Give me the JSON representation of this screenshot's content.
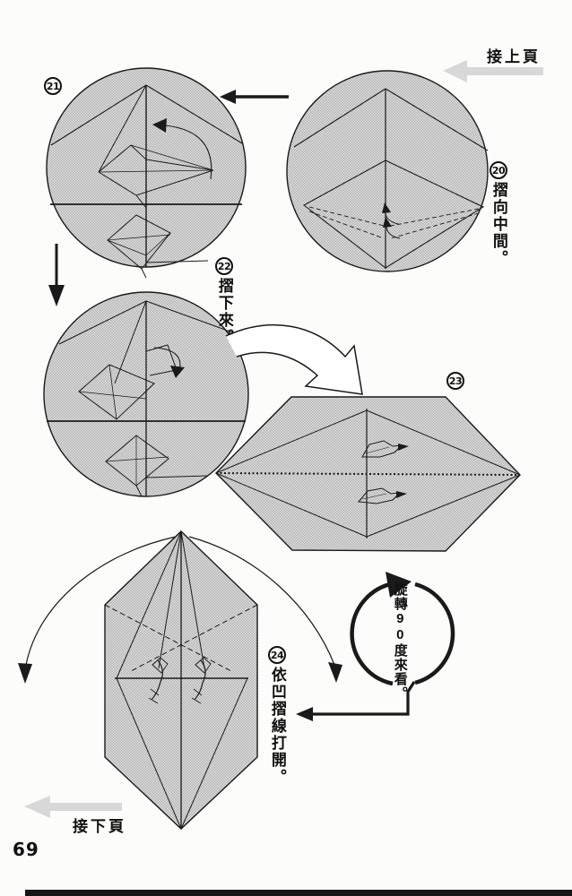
{
  "page": {
    "number": "69",
    "nav": {
      "prev_label": "接上頁",
      "next_label": "接下頁"
    }
  },
  "steps": {
    "s20": {
      "number": "20",
      "caption": "摺向中間。"
    },
    "s21": {
      "number": "21",
      "caption": ""
    },
    "s22": {
      "number": "22",
      "caption": "摺下來。"
    },
    "s23": {
      "number": "23",
      "caption": ""
    },
    "s24": {
      "number": "24",
      "caption": "依凹摺線打開。"
    }
  },
  "annotations": {
    "rotate_note": "旋轉90度來看。"
  },
  "icons": {
    "prev_page_arrow": "gray-left-arrow",
    "next_page_arrow": "gray-left-arrow",
    "step21_from_step20": "black-left-arrow",
    "step21_to_step22": "black-down-arrow",
    "step22_to_step23": "white-outline-curved-arrow",
    "rotate_indicator": "circular-rotation-arrow",
    "open_fold_arrows": "thin-curved-down-arrows"
  },
  "colors": {
    "ink": "#1a1a1a",
    "tone_light": "#e0e0e0",
    "tone_dark": "#b2b2b2",
    "nav_arrow": "#d8d8d8",
    "paper": "#fcfcfa"
  }
}
